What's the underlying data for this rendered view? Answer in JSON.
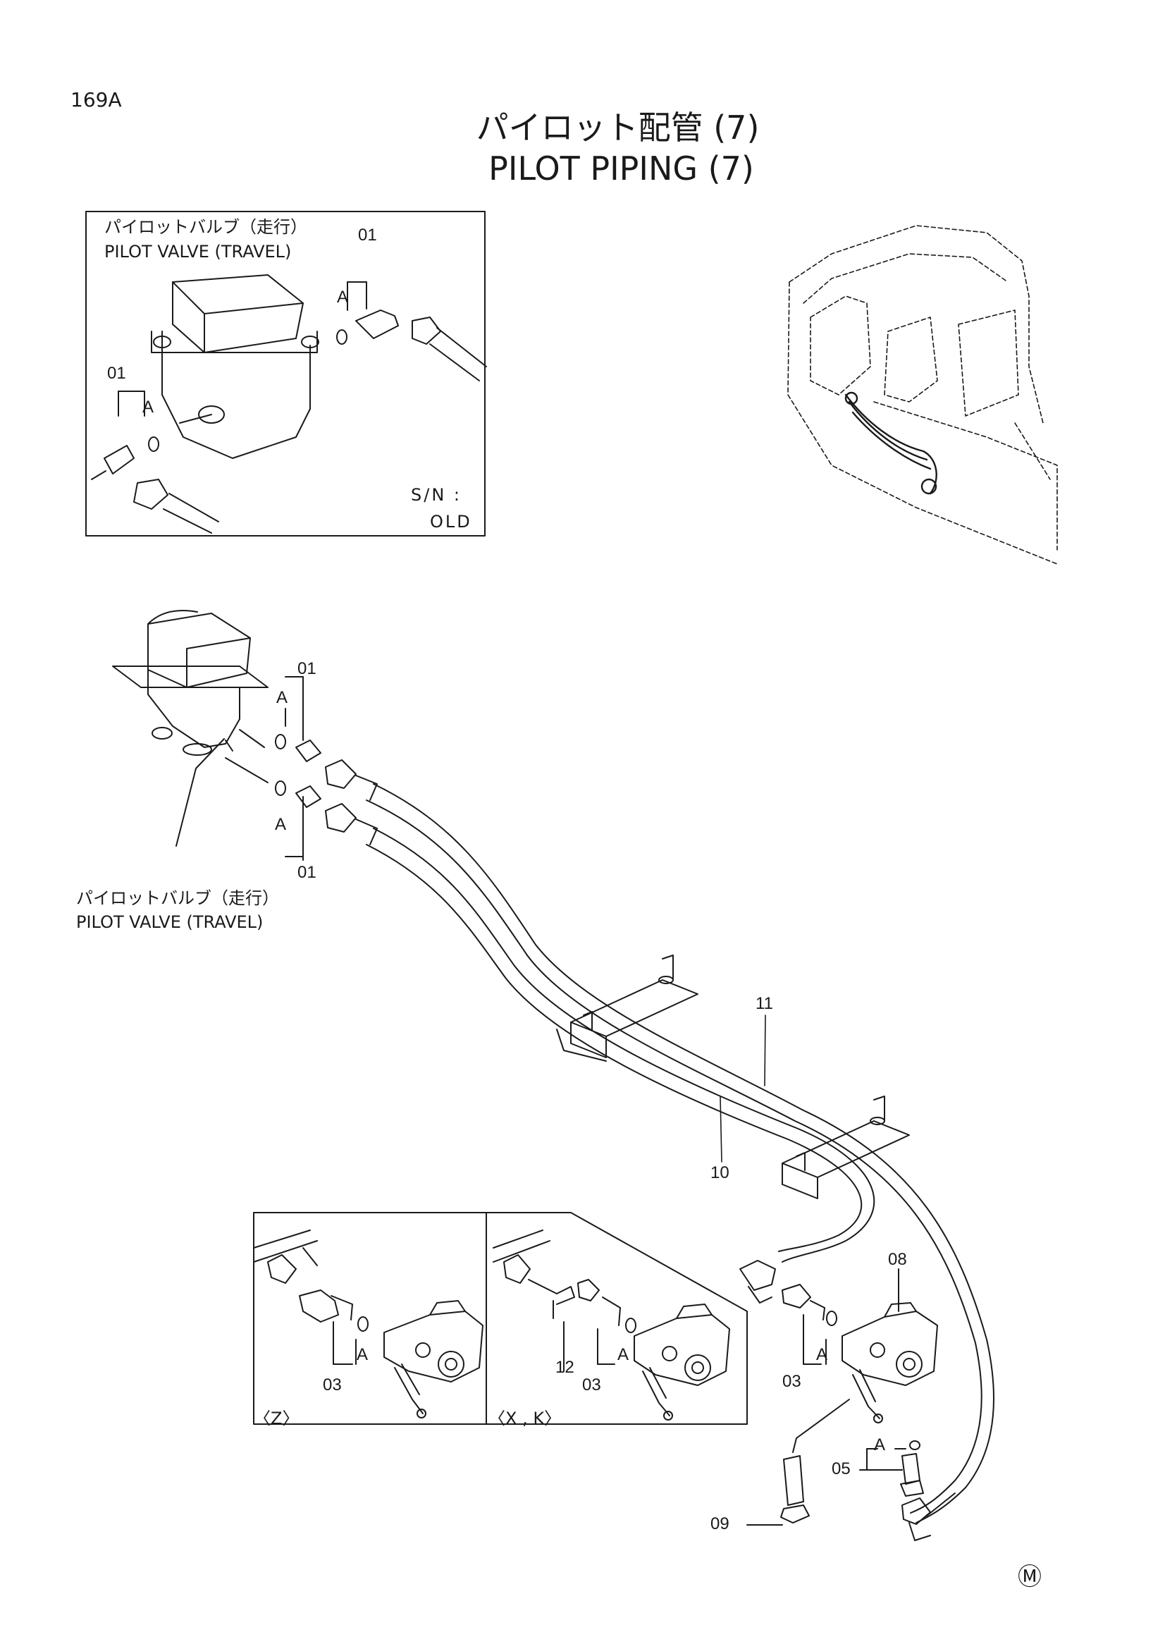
{
  "page_number": "169A",
  "title_jp": "パイロット配管 (7)",
  "title_en": "PILOT PIPING (7)",
  "inset_old": {
    "label_jp": "パイロットバルブ（走行）",
    "label_en": "PILOT VALVE (TRAVEL)",
    "serial_line1": "S/N :",
    "serial_line2": "OLD",
    "callouts": [
      "01",
      "A",
      "01",
      "A"
    ]
  },
  "main_view": {
    "label_jp": "パイロットバルブ（走行）",
    "label_en": "PILOT VALVE (TRAVEL)",
    "callouts": [
      "01",
      "A",
      "A",
      "01",
      "11",
      "10",
      "08",
      "A",
      "03",
      "A",
      "05",
      "09"
    ]
  },
  "detail_z": {
    "label": "〈Z〉",
    "callouts": [
      "A",
      "03"
    ]
  },
  "detail_xk": {
    "label": "〈X , K〉",
    "callouts": [
      "12",
      "A",
      "03"
    ]
  },
  "mark": "Ⓜ"
}
